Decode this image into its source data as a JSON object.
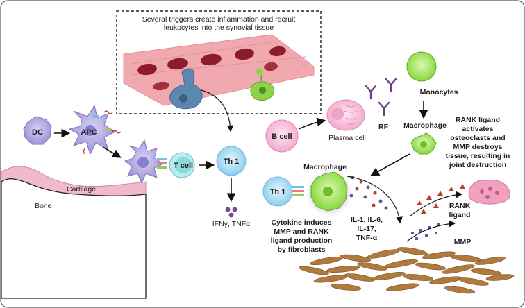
{
  "box": {
    "line1": "Several triggers  create inflammation and recruit",
    "line2": "leukocytes into the synovial tissue"
  },
  "cells": {
    "dc": "DC",
    "apc": "APC",
    "tcell": "T cell",
    "th1_top": "Th 1",
    "th1_bottom": "Th 1",
    "bcell": "B cell",
    "plasma": "Plasma cell",
    "rf": "RF",
    "monocytes": "Monocytes",
    "macrophage_top": "Macrophage",
    "macrophage_center": "Macrophage"
  },
  "tissue": {
    "cartilage": "Cartilage",
    "bone": "Bone"
  },
  "labels": {
    "ifn": "IFNγ, TNFα",
    "cytokine": [
      "Cytokine induces",
      "MMP and RANK",
      "ligand production",
      "by fibroblasts"
    ],
    "il": [
      "IL-1, IL-6,",
      "IL-17,",
      "TNF-α"
    ],
    "rank_activates": [
      "RANK ligand",
      "activates",
      "osteoclasts and",
      "MMP destroys",
      "tissue, resulting in",
      "joint destruction"
    ],
    "rank_ligand": [
      "RANK",
      "ligand"
    ],
    "mmp": "MMP"
  },
  "colors": {
    "tissue_pink": "#f1a9b0",
    "rbc": "#8c1c2a",
    "dc_purple": "#a69bd8",
    "tcell_teal": "#8fd9dc",
    "th1_blue": "#a9d9f3",
    "bcell_pink": "#f6b9d6",
    "macrophage_green": "#9fe35a",
    "osteoclast_pink": "#f2a0c0",
    "fibroblast_brown": "#b07a3e"
  }
}
